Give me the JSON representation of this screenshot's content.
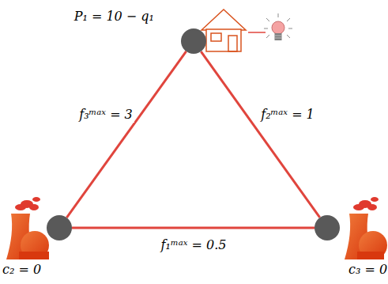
{
  "diagram": {
    "nodes": [
      {
        "text": [
          "P₁ = 10 − q₁"
        ]
      },
      {
        "text": [
          "c₂ = 0"
        ]
      },
      {
        "text": [
          "c₃ = 0"
        ]
      }
    ],
    "edges": [
      {
        "from": 1,
        "to": 2,
        "arrow": "none",
        "label": "f₁ᵐᵃˣ = 0.5"
      },
      {
        "from": 0,
        "to": 2,
        "arrow": "none",
        "label": "f₂ᵐᵃˣ = 1"
      },
      {
        "from": 0,
        "to": 1,
        "arrow": "none",
        "label": "f₃ᵐᵃˣ = 3"
      }
    ]
  }
}
